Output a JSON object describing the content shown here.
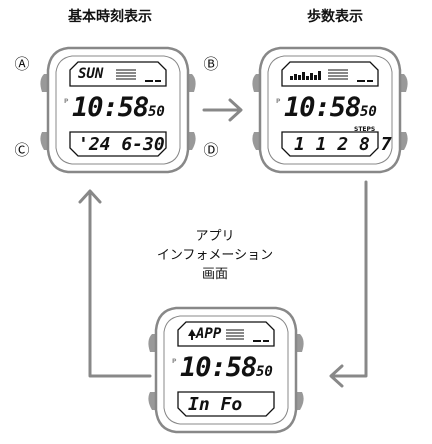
{
  "screens": [
    {
      "title": "基本時刻表示",
      "top_text": "SUN",
      "time": "10:58",
      "seconds": "50",
      "bottom_text": "'24  6-30",
      "pm_mark": "P",
      "buttons": {
        "a": "Ⓐ",
        "b": "Ⓑ",
        "c": "Ⓒ",
        "d": "Ⓓ"
      }
    },
    {
      "title": "歩数表示",
      "time": "10:58",
      "seconds": "50",
      "bottom_text": "1 1 2 8 7",
      "steps_label": "STEPS",
      "pm_mark": "P"
    },
    {
      "time": "10:58",
      "seconds": "50",
      "top_text": "APP",
      "bottom_text": "In Fo",
      "pm_mark": "P"
    }
  ],
  "center_label": [
    "アプリ",
    "インフォメーション",
    "画面"
  ],
  "colors": {
    "bezel": "#888888",
    "button": "#999999",
    "arrow": "#888888",
    "lcd_bg": "#ffffff",
    "ink": "#111111"
  }
}
